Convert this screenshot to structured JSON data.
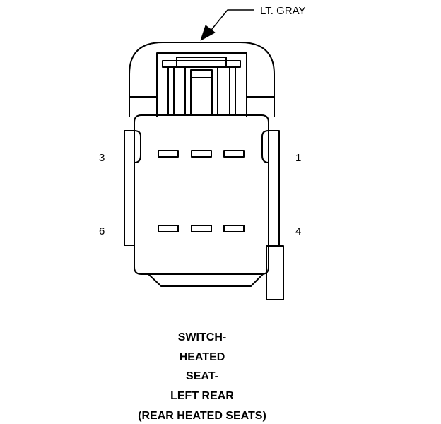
{
  "diagram": {
    "color_label": "LT. GRAY",
    "pins": {
      "top_left": "3",
      "top_right": "1",
      "bottom_left": "6",
      "bottom_right": "4"
    },
    "caption": {
      "line1": "SWITCH-",
      "line2": "HEATED",
      "line3": "SEAT-",
      "line4": "LEFT REAR",
      "line5": "(REAR HEATED SEATS)"
    }
  }
}
